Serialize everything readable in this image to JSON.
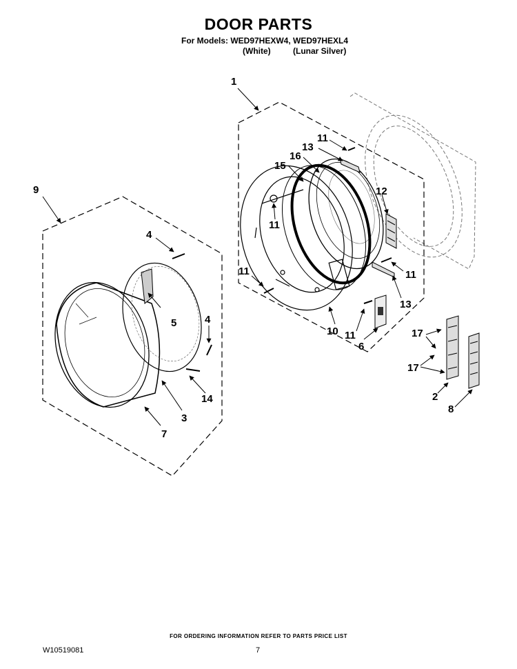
{
  "header": {
    "title": "DOOR PARTS",
    "models_line": "For Models: WED97HEXW4, WED97HEXL4",
    "color_white": "(White)",
    "color_silver": "(Lunar Silver)"
  },
  "callouts": {
    "c1": "1",
    "c2": "2",
    "c3": "3",
    "c4a": "4",
    "c4b": "4",
    "c5": "5",
    "c6": "6",
    "c7": "7",
    "c8": "8",
    "c9": "9",
    "c10": "10",
    "c11a": "11",
    "c11b": "11",
    "c11c": "11",
    "c11d": "11",
    "c11e": "11",
    "c12": "12",
    "c13a": "13",
    "c13b": "13",
    "c14": "14",
    "c15": "15",
    "c16": "16",
    "c17a": "17",
    "c17b": "17"
  },
  "footer": {
    "ordering_note": "FOR ORDERING INFORMATION REFER TO PARTS PRICE LIST",
    "doc_id": "W10519081",
    "page_number": "7"
  }
}
